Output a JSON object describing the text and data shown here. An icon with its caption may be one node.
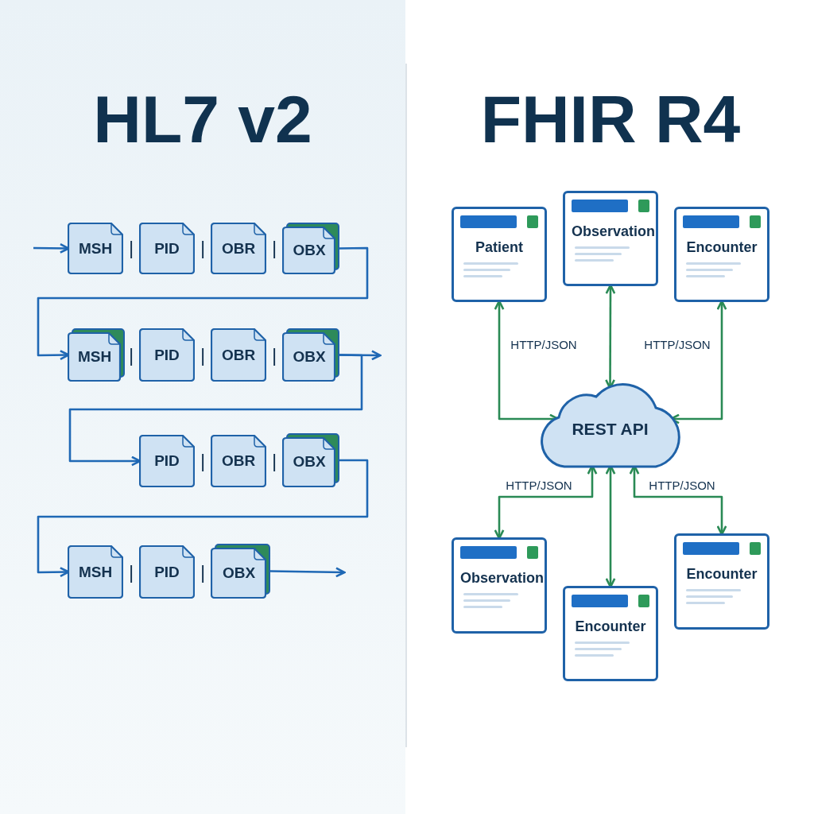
{
  "diagram": {
    "nodes": [
      {
        "text": [
          "MSH"
        ]
      },
      {
        "text": [
          "PID"
        ]
      },
      {
        "text": [
          "OBR"
        ]
      },
      {
        "text": [
          "OBX"
        ]
      },
      {
        "text": [
          "MSH"
        ]
      },
      {
        "text": [
          "PID"
        ]
      },
      {
        "text": [
          "OBR"
        ]
      },
      {
        "text": [
          "OBX"
        ]
      },
      {
        "text": [
          "PID"
        ]
      },
      {
        "text": [
          "OBR"
        ]
      },
      {
        "text": [
          "OBX"
        ]
      },
      {
        "text": [
          "MSH"
        ]
      },
      {
        "text": [
          "PID"
        ]
      },
      {
        "text": [
          "OBX"
        ]
      },
      {
        "text": [
          "Patient"
        ]
      },
      {
        "text": [
          "Observation"
        ]
      },
      {
        "text": [
          "Encounter"
        ]
      },
      {
        "text": [
          "REST API"
        ]
      },
      {
        "text": [
          "Observation"
        ]
      },
      {
        "text": [
          "Encounter"
        ]
      },
      {
        "text": [
          "Encounter"
        ]
      }
    ],
    "edges": [
      {
        "from": null,
        "to": 0,
        "arrow": "to"
      },
      {
        "from": 3,
        "to": 4,
        "arrow": "to"
      },
      {
        "from": 7,
        "to": null,
        "arrow": "to"
      },
      {
        "from": 7,
        "to": 8,
        "arrow": "to"
      },
      {
        "from": 10,
        "to": 11,
        "arrow": "to"
      },
      {
        "from": 13,
        "to": null,
        "arrow": "to"
      },
      {
        "from": 14,
        "to": 17,
        "arrow": "both",
        "label": "HTTP/JSON",
        "color": "#2a8a55"
      },
      {
        "from": 15,
        "to": 17,
        "arrow": "both",
        "color": "#2a8a55"
      },
      {
        "from": 16,
        "to": 17,
        "arrow": "both",
        "label": "HTTP/JSON",
        "color": "#2a8a55"
      },
      {
        "from": 17,
        "to": 18,
        "arrow": "both",
        "label": "HTTP/JSON",
        "color": "#2a8a55"
      },
      {
        "from": 17,
        "to": 19,
        "arrow": "both",
        "color": "#2a8a55"
      },
      {
        "from": 17,
        "to": 20,
        "arrow": "both",
        "label": "HTTP/JSON",
        "color": "#2a8a55"
      }
    ],
    "labels": [
      "HL7 v2",
      "FHIR R4",
      "|",
      "|",
      "|",
      "|",
      "|",
      "|",
      "|",
      "|",
      "|",
      "|"
    ]
  }
}
